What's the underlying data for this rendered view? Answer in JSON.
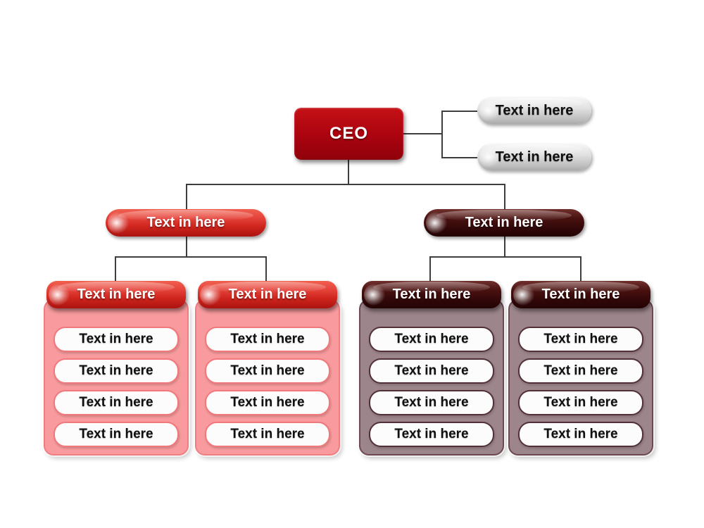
{
  "org": {
    "root": {
      "label": "CEO"
    },
    "side_notes": [
      {
        "label": "Text in here"
      },
      {
        "label": "Text in here"
      }
    ],
    "branches": [
      {
        "label": "Text in here",
        "theme": "red"
      },
      {
        "label": "Text in here",
        "theme": "dark"
      }
    ],
    "columns": [
      {
        "header": "Text in here",
        "theme": "red",
        "items": [
          "Text in here",
          "Text in here",
          "Text in here",
          "Text in here"
        ]
      },
      {
        "header": "Text in here",
        "theme": "red",
        "items": [
          "Text in here",
          "Text in here",
          "Text in here",
          "Text in here"
        ]
      },
      {
        "header": "Text in here",
        "theme": "dark",
        "items": [
          "Text in here",
          "Text in here",
          "Text in here",
          "Text in here"
        ]
      },
      {
        "header": "Text in here",
        "theme": "dark",
        "items": [
          "Text in here",
          "Text in here",
          "Text in here",
          "Text in here"
        ]
      }
    ]
  },
  "palette": {
    "ceo_red_top": "#c41216",
    "ceo_red_bottom": "#8f010a",
    "bright_red_top": "#f0604f",
    "bright_red_bottom": "#ab130f",
    "dark_maroon_top": "#70302d",
    "dark_maroon_bottom": "#230304",
    "gray_pill_top": "#f7f7f7",
    "gray_pill_bottom": "#aaaaaa",
    "pink_panel_fill": "#f99b9e",
    "pink_panel_border": "#f07e81",
    "mauve_panel_fill": "#9c858b",
    "mauve_panel_border": "#6e4950",
    "item_fill": "#fcfcfc",
    "item_border_pink": "#f1797c",
    "item_border_maroon": "#533037",
    "connector": "#3d3d3d",
    "background": "#ffffff"
  }
}
